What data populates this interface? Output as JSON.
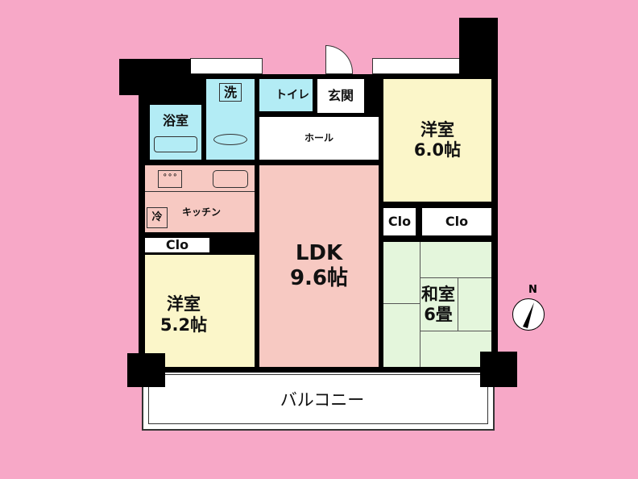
{
  "rooms": {
    "bath": "浴室",
    "washroom": "洗",
    "toilet": "トイレ",
    "entrance": "玄関",
    "hall": "ホール",
    "kitchen": "キッチン",
    "fridge": "冷",
    "ldk": {
      "name": "LDK",
      "size": "9.6帖"
    },
    "western_room_1": {
      "name": "洋室",
      "size": "5.2帖"
    },
    "western_room_2": {
      "name": "洋室",
      "size": "6.0帖"
    },
    "japanese_room": {
      "name": "和室",
      "size": "6畳"
    },
    "closet_left": "Clo",
    "closet_small": "Clo",
    "closet_right": "Clo",
    "balcony": "バルコニー"
  },
  "compass": {
    "label": "N"
  },
  "colors": {
    "background": "#f7a8c7",
    "wet_area": "#b3ecf5",
    "ldk": "#f7c9c2",
    "western": "#fbf6c9",
    "japanese": "#e4f6dc"
  }
}
